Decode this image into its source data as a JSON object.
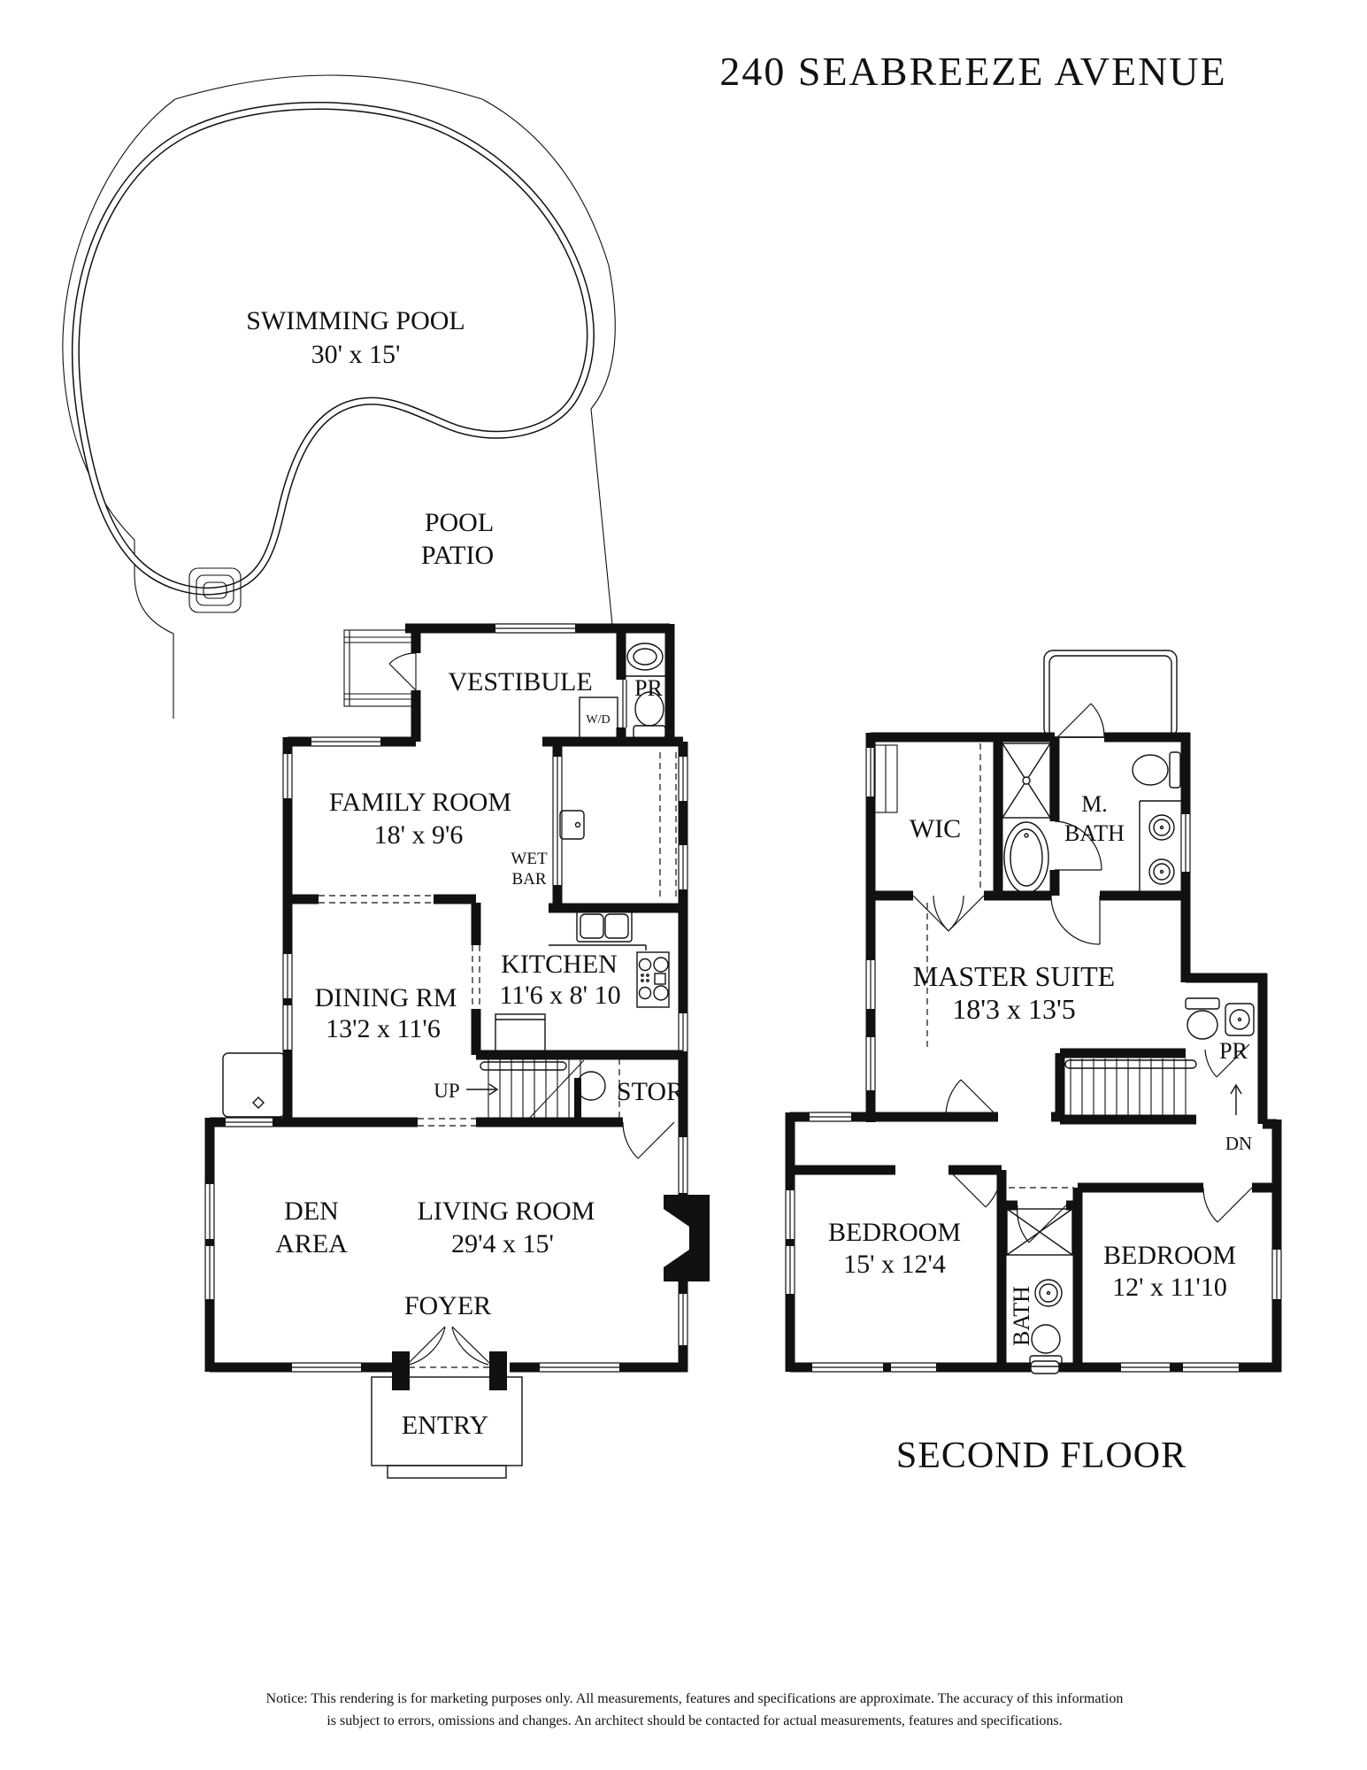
{
  "title": "240 SEABREEZE AVENUE",
  "colors": {
    "ink": "#111111",
    "background": "#ffffff"
  },
  "pool": {
    "name": "SWIMMING POOL",
    "dims": "30' x 15'",
    "patio_line1": "POOL",
    "patio_line2": "PATIO"
  },
  "first_floor": {
    "vestibule": "VESTIBULE",
    "powder_room": "PR",
    "washer_dryer": "W/D",
    "family_room": "FAMILY ROOM",
    "family_room_dims": "18' x 9'6",
    "wet_bar_line1": "WET",
    "wet_bar_line2": "BAR",
    "kitchen": "KITCHEN",
    "kitchen_dims": "11'6 x 8' 10",
    "dining_room": "DINING RM",
    "dining_room_dims": "13'2 x 11'6",
    "up": "UP",
    "storage": "STOR",
    "den_line1": "DEN",
    "den_line2": "AREA",
    "living_room": "LIVING ROOM",
    "living_room_dims": "29'4 x 15'",
    "foyer": "FOYER",
    "entry": "ENTRY"
  },
  "second_floor": {
    "heading": "SECOND FLOOR",
    "wic": "WIC",
    "master_bath_line1": "M.",
    "master_bath_line2": "BATH",
    "master_suite": "MASTER SUITE",
    "master_suite_dims": "18'3 x 13'5",
    "powder_room": "PR",
    "down": "DN",
    "bedroom1": "BEDROOM",
    "bedroom1_dims": "15' x 12'4",
    "bath": "BATH",
    "bedroom2": "BEDROOM",
    "bedroom2_dims": "12' x 11'10"
  },
  "notice": {
    "line1": "Notice: This rendering is for marketing purposes only. All measurements, features and specifications are approximate. The accuracy of this information",
    "line2": "is subject to errors, omissions and changes. An architect should be contacted for actual measurements, features and specifications."
  }
}
